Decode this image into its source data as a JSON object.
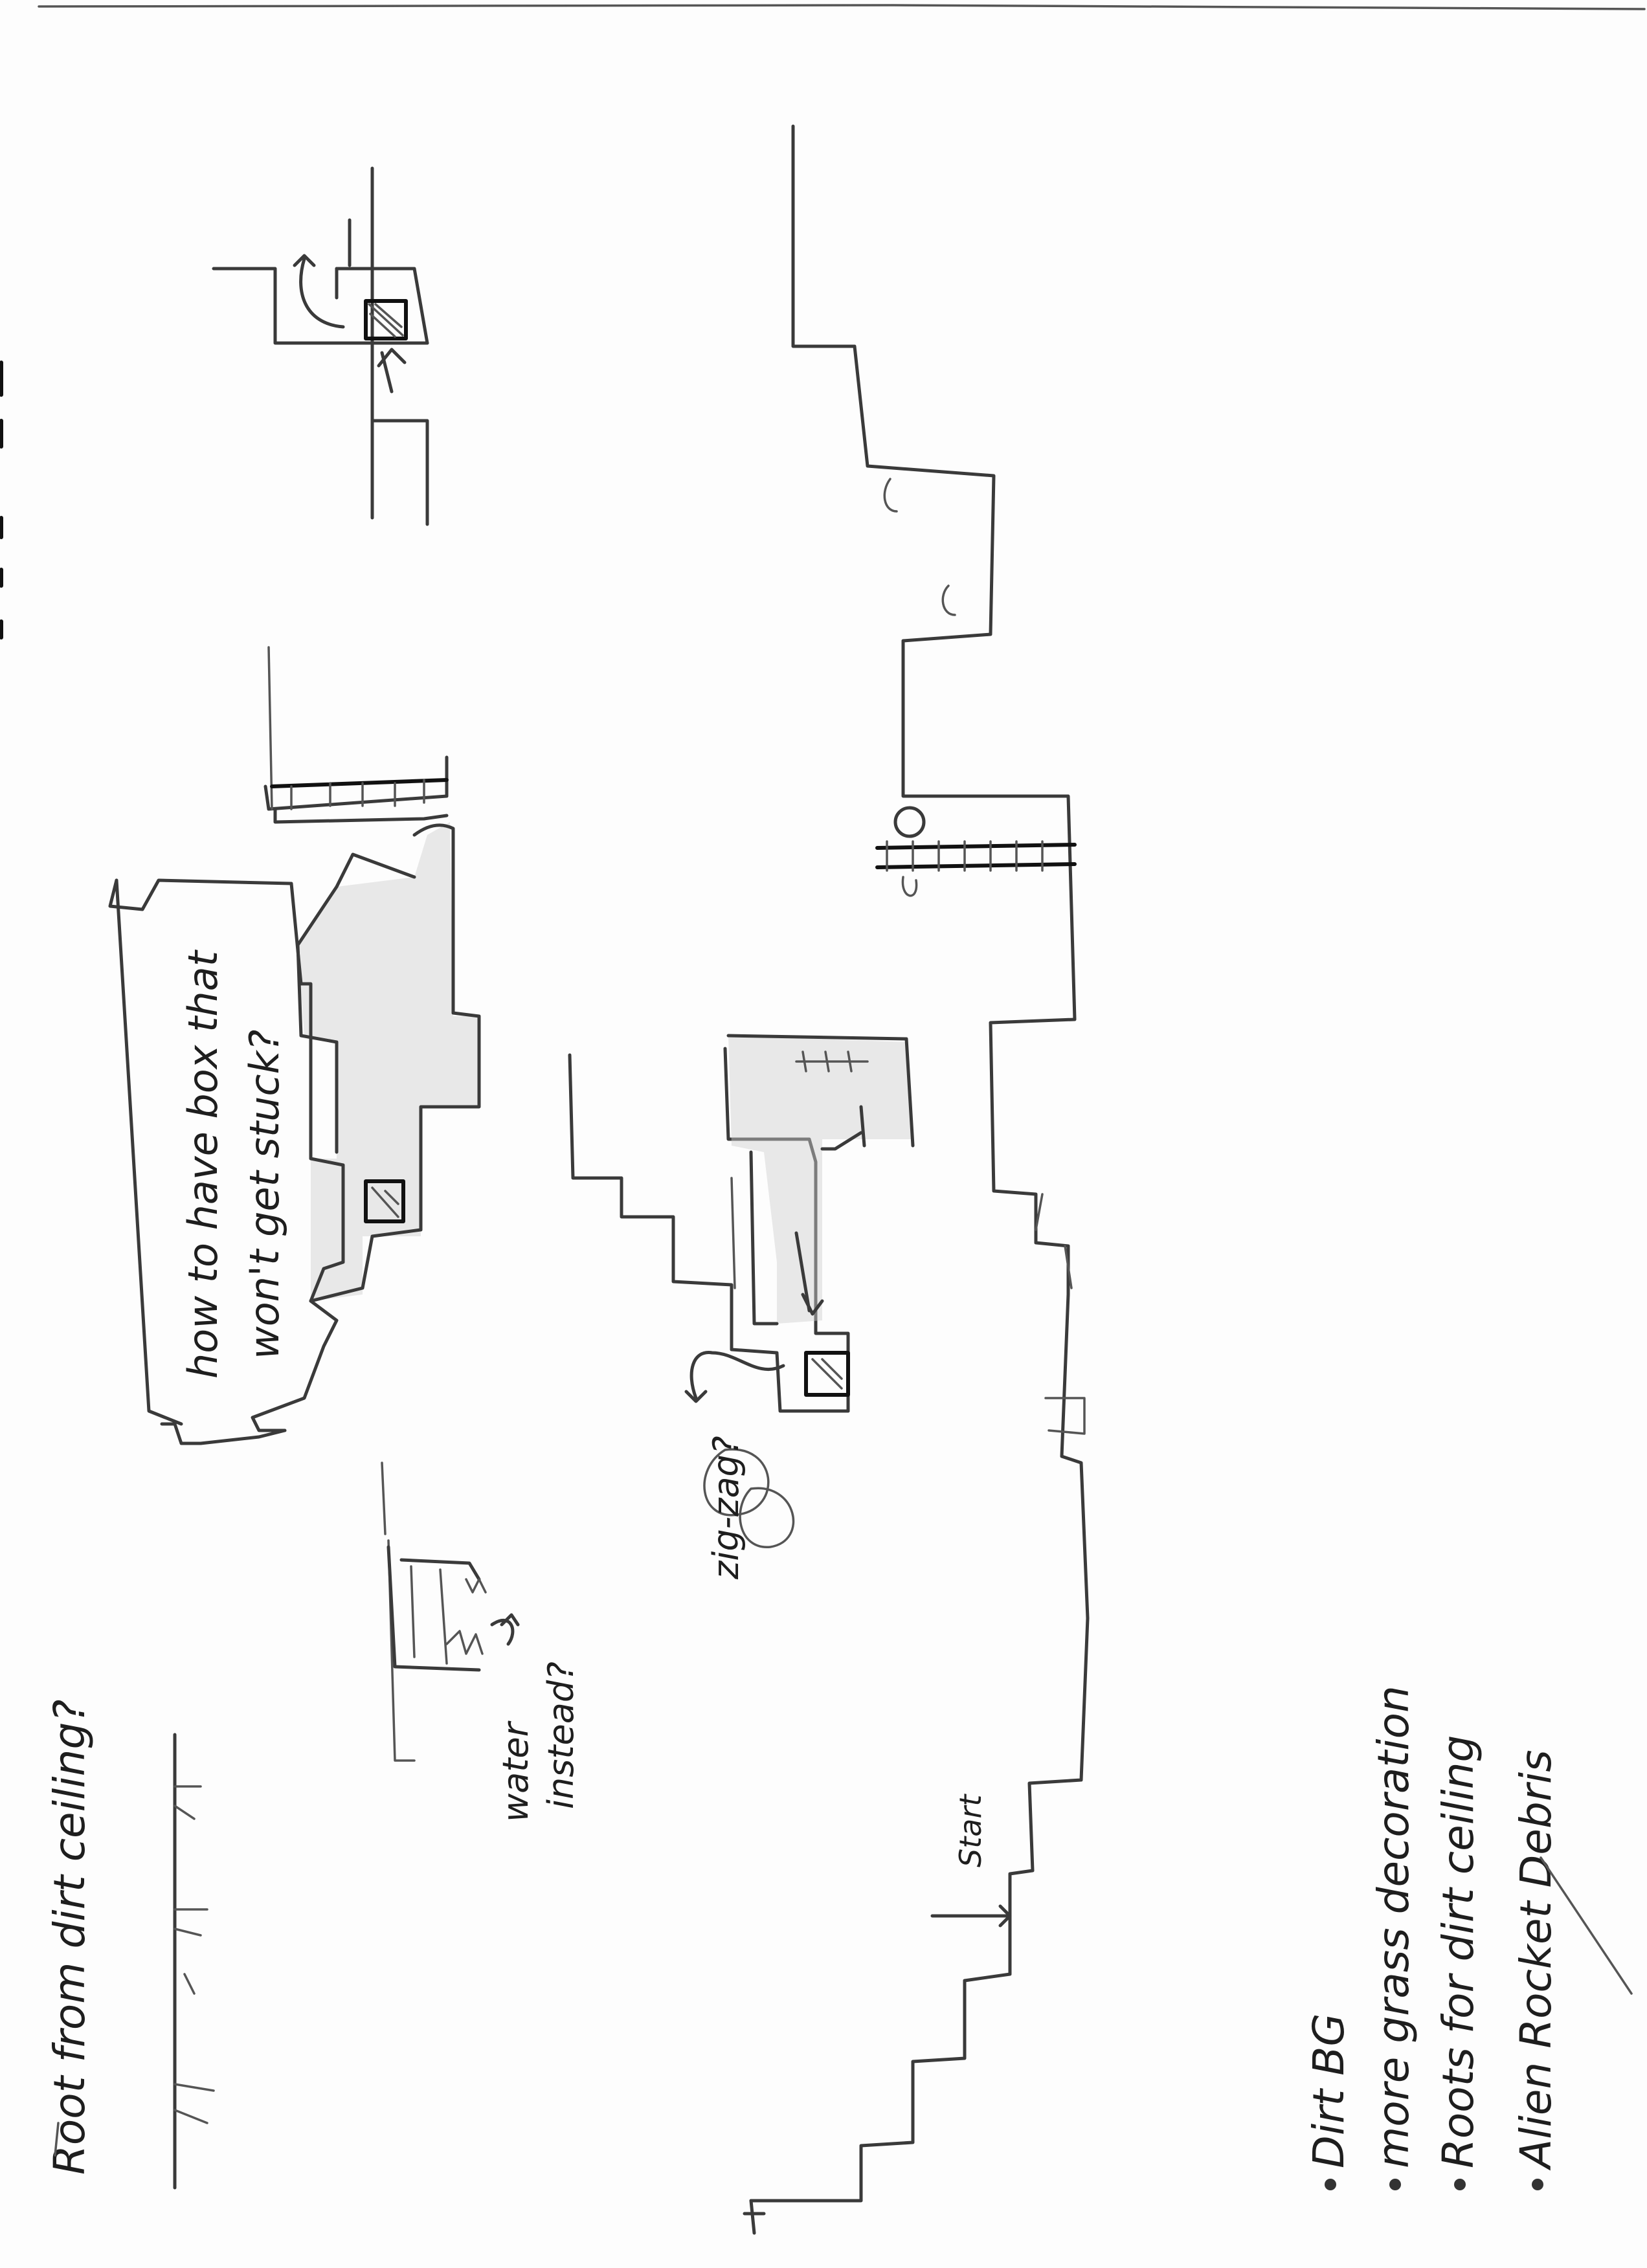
{
  "notes": {
    "root_from_ceiling": "Root from dirt ceiling?",
    "box_question_line1": "how to have box that",
    "box_question_line2": "won't get stuck?",
    "water_line1": "water",
    "water_line2": "instead?",
    "zigzag": "zig-zag?",
    "start": "Start"
  },
  "todo_list": [
    "Dirt BG",
    "more grass decoration",
    "Roots for dirt ceiling",
    "Alien Rocket Debris"
  ],
  "colors": {
    "paper": "#fdfdfd",
    "ink": "#3a3a3a",
    "shade": "#cfcfcf"
  }
}
